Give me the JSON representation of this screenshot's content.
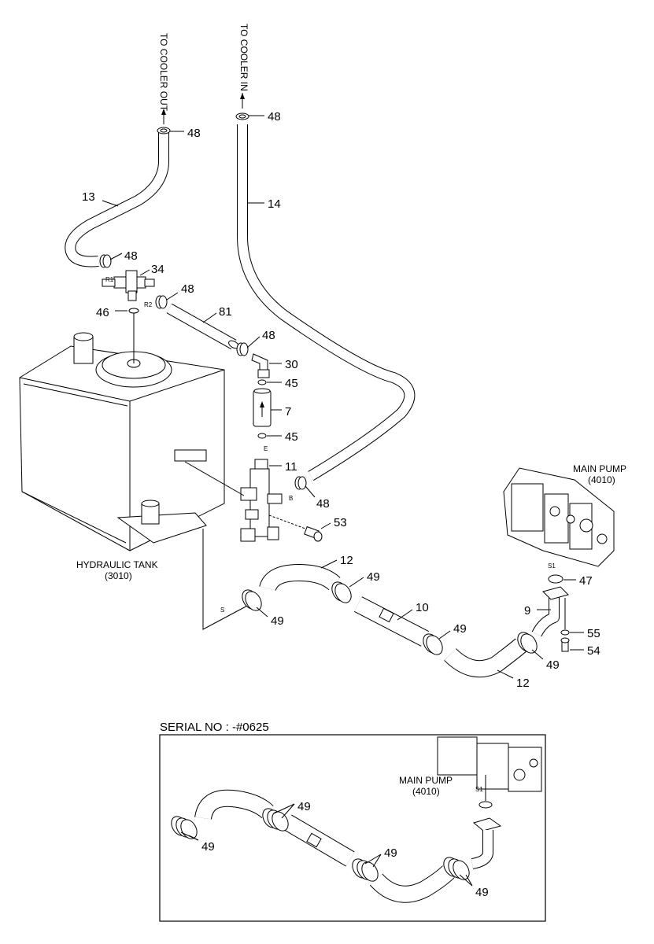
{
  "labels": {
    "to_cooler_out": "TO COOLER OUT",
    "to_cooler_in": "TO COOLER IN",
    "hydraulic_tank_name": "HYDRAULIC TANK",
    "hydraulic_tank_code": "(3010)",
    "main_pump_name": "MAIN PUMP",
    "main_pump_code": "(4010)",
    "inset_main_pump_name": "MAIN PUMP",
    "inset_main_pump_code": "(4010)",
    "serial_no": "SERIAL NO : -#0625",
    "port_r1": "R1",
    "port_r2": "R2",
    "port_e": "E",
    "port_b": "B",
    "port_s": "S",
    "port_s1": "S1",
    "inset_port_s1": "S1"
  },
  "callouts": {
    "c48_top_left": "48",
    "c48_top_right": "48",
    "c13": "13",
    "c14": "14",
    "c48_r1": "48",
    "c34": "34",
    "c48_r2": "48",
    "c46": "46",
    "c81": "81",
    "c48_hose81": "48",
    "c30": "30",
    "c45_upper": "45",
    "c7": "7",
    "c45_lower": "45",
    "c11": "11",
    "c48_b": "48",
    "c53": "53",
    "c12_upper": "12",
    "c49_left": "49",
    "c49_mid": "49",
    "c10": "10",
    "c49_right": "49",
    "c47": "47",
    "c9": "9",
    "c55": "55",
    "c54": "54",
    "c49_pump": "49",
    "c12_lower": "12",
    "inset_49_a": "49",
    "inset_49_b": "49",
    "inset_49_c": "49",
    "inset_49_d": "49"
  }
}
